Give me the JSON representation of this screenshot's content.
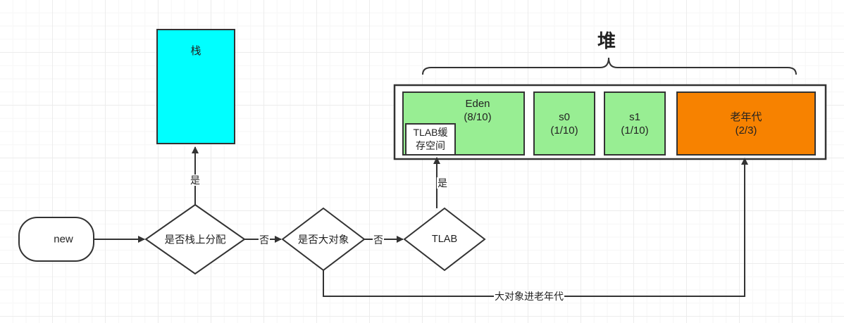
{
  "stack": {
    "label": "栈",
    "fill": "#00ffff"
  },
  "heap": {
    "title": "堆",
    "regions": [
      {
        "name": "Eden",
        "ratio": "(8/10)",
        "fill": "#98ee93"
      },
      {
        "name": "s0",
        "ratio": "(1/10)",
        "fill": "#98ee93"
      },
      {
        "name": "s1",
        "ratio": "(1/10)",
        "fill": "#98ee93"
      },
      {
        "name": "老年代",
        "ratio": "(2/3)",
        "fill": "#f78200"
      }
    ],
    "tlab_buffer": {
      "line1": "TLAB缓",
      "line2": "存空间"
    }
  },
  "flow": {
    "start": "new",
    "decision_stack": "是否栈上分配",
    "decision_large": "是否大对象",
    "decision_tlab": "TLAB"
  },
  "edges": {
    "yes_stack": "是",
    "no_stack": "否",
    "no_large": "否",
    "yes_tlab": "是",
    "large_to_old": "大对象进老年代"
  },
  "colors": {
    "stroke": "#333333"
  }
}
